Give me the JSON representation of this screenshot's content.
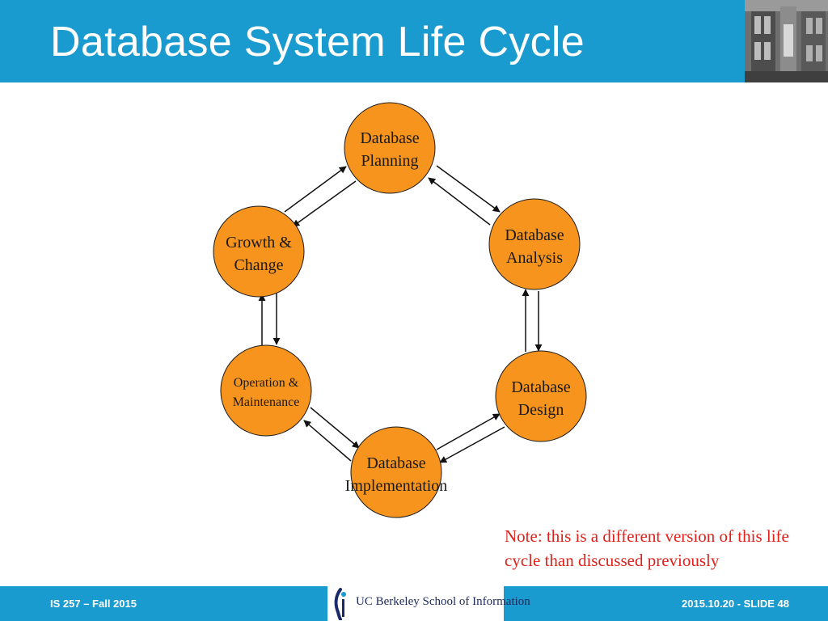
{
  "slide": {
    "title": "Database System Life Cycle",
    "note": "Note: this is a different version of this life cycle than discussed previously"
  },
  "diagram": {
    "node_color": "#f7941d",
    "nodes": [
      {
        "id": "planning",
        "lines": [
          "Database",
          "Planning"
        ]
      },
      {
        "id": "analysis",
        "lines": [
          "Database",
          "Analysis"
        ]
      },
      {
        "id": "design",
        "lines": [
          "Database",
          "Design"
        ]
      },
      {
        "id": "implementation",
        "lines": [
          "Database",
          "Implementation"
        ]
      },
      {
        "id": "operation",
        "lines": [
          "Operation &",
          "Maintenance"
        ]
      },
      {
        "id": "growth",
        "lines": [
          "Growth &",
          "Change"
        ]
      }
    ],
    "edges": [
      {
        "from": "planning",
        "to": "analysis",
        "bidirectional": true
      },
      {
        "from": "analysis",
        "to": "design",
        "bidirectional": true
      },
      {
        "from": "design",
        "to": "implementation",
        "bidirectional": true
      },
      {
        "from": "implementation",
        "to": "operation",
        "bidirectional": true
      },
      {
        "from": "operation",
        "to": "growth",
        "bidirectional": true
      },
      {
        "from": "growth",
        "to": "planning",
        "bidirectional": true
      }
    ]
  },
  "footer": {
    "left": "IS 257 – Fall 2015",
    "logo_text": "UC Berkeley School of Information",
    "right": "2015.10.20 - SLIDE 48"
  },
  "colors": {
    "bar": "#1a9bd0",
    "note": "#e0201a"
  }
}
